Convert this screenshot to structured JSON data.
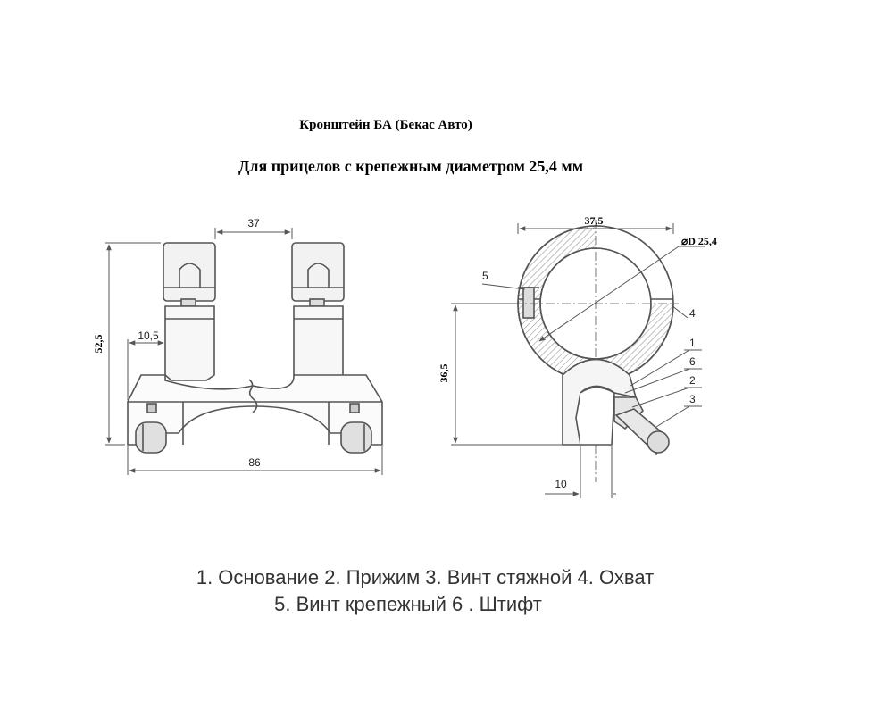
{
  "title": "Кронштейн БА (Бекас Авто)",
  "subtitle": "Для прицелов с крепежным диаметром 25,4 мм",
  "front_view": {
    "dim_top": "37",
    "dim_height": "52,5",
    "dim_offset": "10,5",
    "dim_bottom": "86"
  },
  "side_view": {
    "dim_top": "37,5",
    "dim_diameter": "⌀D 25,4",
    "dim_height": "36,5",
    "dim_bottom": "10",
    "callouts": [
      "5",
      "4",
      "1",
      "6",
      "2",
      "3"
    ]
  },
  "legend": {
    "line1": "1. Основание   2. Прижим  3. Винт стяжной  4. Охват",
    "line2": "5. Винт крепежный  6 . Штифт"
  }
}
